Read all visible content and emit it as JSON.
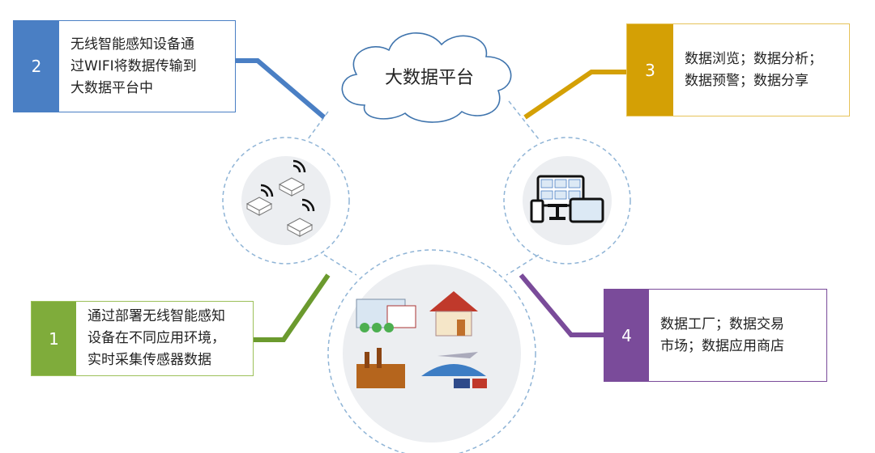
{
  "cloud": {
    "label": "大数据平台"
  },
  "steps": [
    {
      "number": "1",
      "text": "通过部署无线智能感知\n设备在不同应用环境，\n实时采集传感器数据",
      "color": "#7fac3b"
    },
    {
      "number": "2",
      "text": "无线智能感知设备通\n过WIFI将数据传输到\n大数据平台中",
      "color": "#4a7fc4"
    },
    {
      "number": "3",
      "text": "数据浏览；数据分析；\n数据预警；数据分享",
      "color": "#d4a005"
    },
    {
      "number": "4",
      "text": "数据工厂；数据交易\n市场；数据应用商店",
      "color": "#7a4b9a"
    }
  ]
}
